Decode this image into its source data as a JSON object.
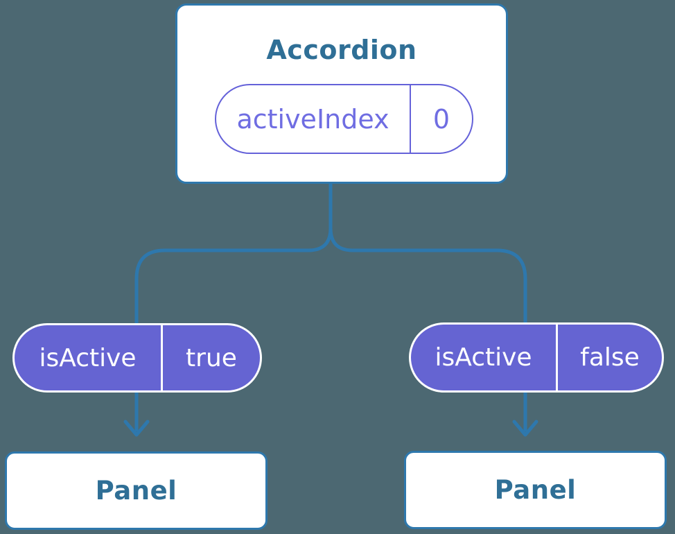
{
  "colors": {
    "background": "#4c6872",
    "connector_blue": "#2e78ad",
    "component_box_fill": "#ffffff",
    "component_text": "#2f6f96",
    "state_pill_border": "#6461d9",
    "state_pill_text": "#6f6de2",
    "prop_pill_fill": "#6564d2",
    "prop_pill_border": "#ffffff",
    "prop_pill_text": "#ffffff"
  },
  "icons": {
    "connector_arrow": "arrow-down-icon"
  },
  "diagram": {
    "root": {
      "title": "Accordion",
      "state": {
        "name": "activeIndex",
        "value": "0"
      }
    },
    "children": [
      {
        "prop": {
          "name": "isActive",
          "value": "true"
        },
        "component": "Panel"
      },
      {
        "prop": {
          "name": "isActive",
          "value": "false"
        },
        "component": "Panel"
      }
    ]
  }
}
